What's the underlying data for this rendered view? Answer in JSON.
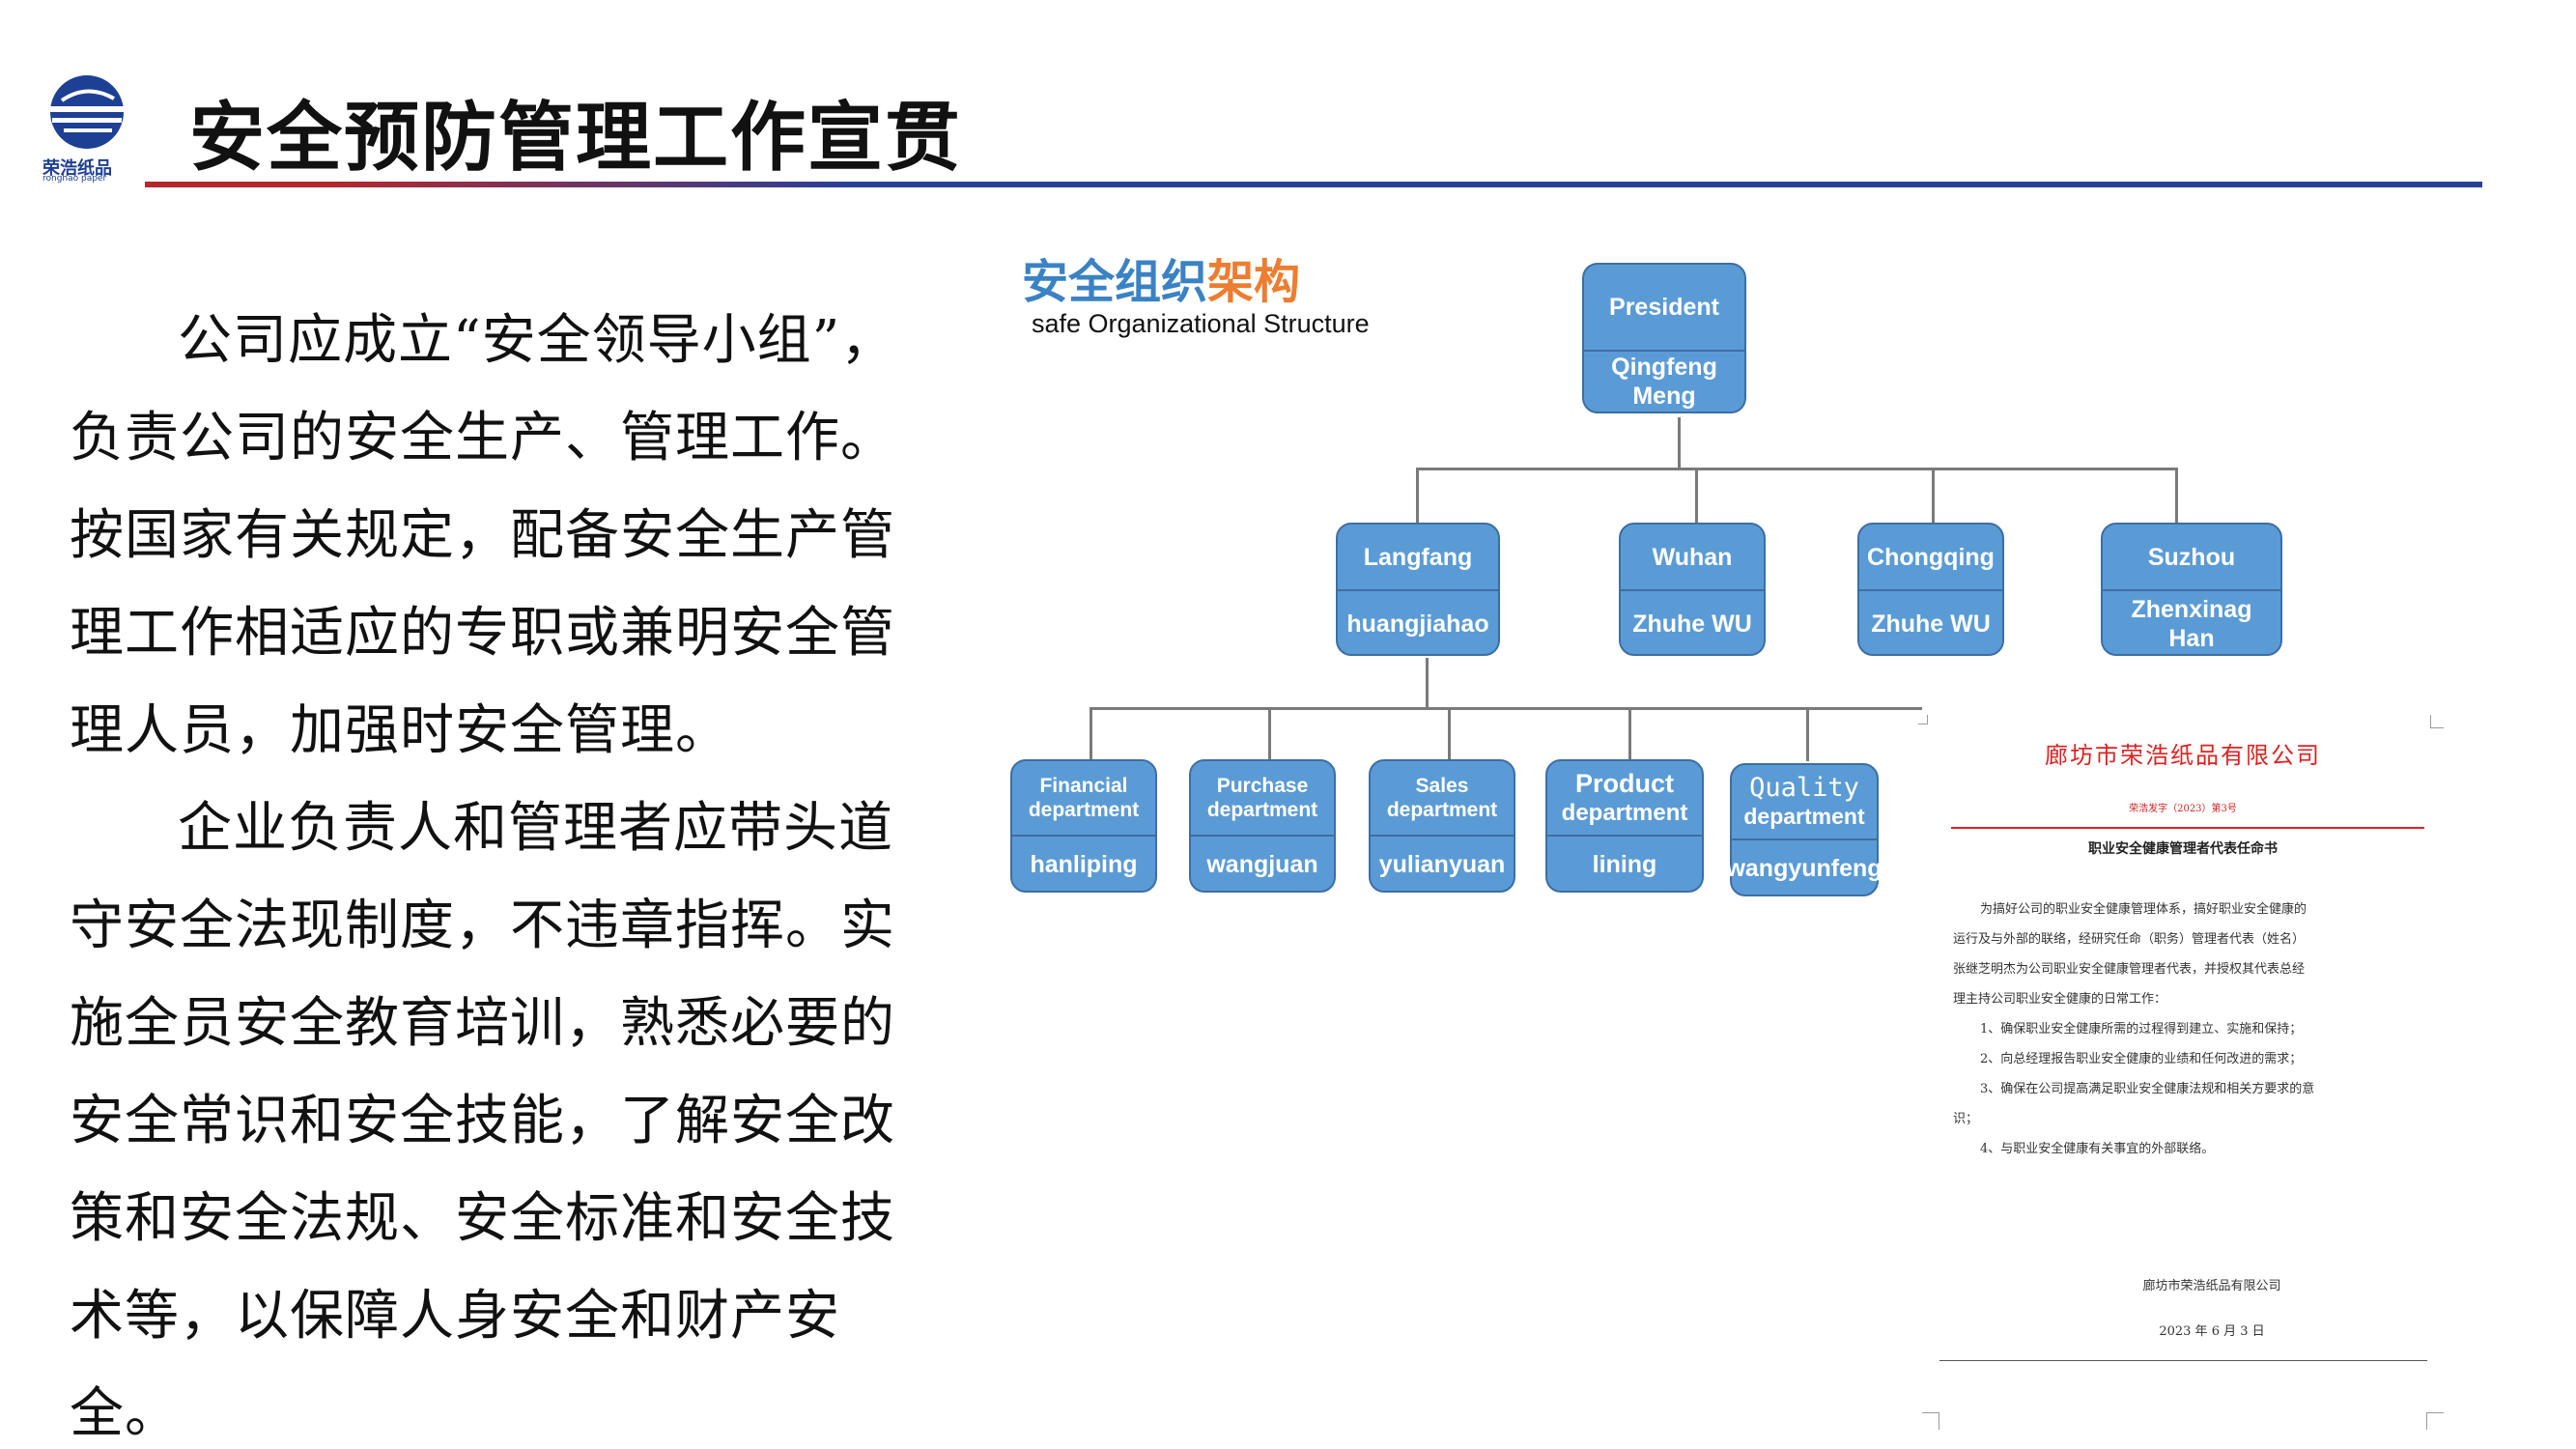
{
  "header": {
    "logo_text": "荣浩纸品",
    "logo_subtext": "ronghao paper",
    "title": "安全预防管理工作宣贯"
  },
  "body": {
    "paragraph1_lines": [
      "公司应成立“安全领导小组”，",
      "负责公司的安全生产、管理工作。",
      "按国家有关规定，配备安全生产管",
      "理工作相适应的专职或兼明安全管",
      "理人员，加强时安全管理。"
    ],
    "paragraph2_lines": [
      "企业负责人和管理者应带头道",
      "守安全法现制度，不违章指挥。实",
      "施全员安全教育培训，熟悉必要的",
      "安全常识和安全技能，了解安全改",
      "策和安全法规、安全标准和安全技",
      "术等，以保障人身安全和财产安全。"
    ]
  },
  "org_chart": {
    "title_cn_part1": "安全组织",
    "title_cn_part2": "架构",
    "title_en": "safe Organizational Structure",
    "president": {
      "role": "President",
      "name": "Qingfeng Meng"
    },
    "sites": [
      {
        "role": "Langfang",
        "name": "huangjiahao"
      },
      {
        "role": "Wuhan",
        "name": "Zhuhe WU"
      },
      {
        "role": "Chongqing",
        "name": "Zhuhe WU"
      },
      {
        "role": "Suzhou",
        "name": "Zhenxinag Han"
      }
    ],
    "departments": [
      {
        "role_line1": "Financial",
        "role_line2": "department",
        "name": "hanliping"
      },
      {
        "role_line1": "Purchase",
        "role_line2": "department",
        "name": "wangjuan"
      },
      {
        "role_line1": "Sales",
        "role_line2": "department",
        "name": "yulianyuan"
      },
      {
        "role_line1": "Product",
        "role_line2": "department",
        "name": "lining"
      },
      {
        "role_line1": "Quality",
        "role_line2": "department",
        "name": "wangyunfeng"
      }
    ],
    "colors": {
      "node_fill": "#5b9bd5",
      "node_border": "#3c6ea5",
      "connector": "#7a7a7a"
    }
  },
  "document": {
    "company": "廊坊市荣浩纸品有限公司",
    "number": "荣浩发字（2023）第3号",
    "heading": "职业安全健康管理者代表任命书",
    "intro_lines": [
      "为搞好公司的职业安全健康管理体系，搞好职业安全健康的",
      "运行及与外部的联络，经研究任命（职务）管理者代表（姓名）",
      "张继芝明杰为公司职业安全健康管理者代表，并授权其代表总经",
      "理主持公司职业安全健康的日常工作："
    ],
    "items": [
      "1、确保职业安全健康所需的过程得到建立、实施和保持；",
      "2、向总经理报告职业安全健康的业绩和任何改进的需求；",
      "3、确保在公司提高满足职业安全健康法规和相关方要求的意",
      "识；",
      "4、与职业安全健康有关事宜的外部联络。"
    ],
    "signature_company": "廊坊市荣浩纸品有限公司",
    "date": "2023 年 6 月 3 日"
  }
}
